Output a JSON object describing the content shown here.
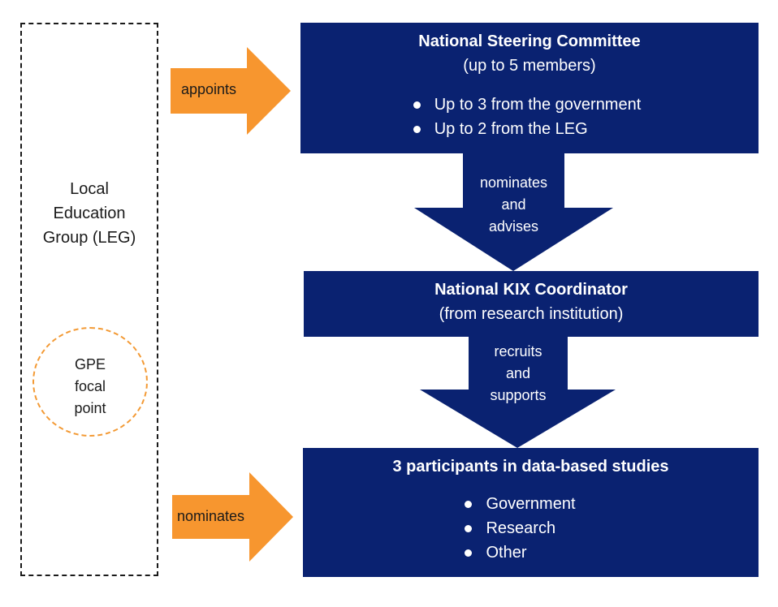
{
  "colors": {
    "navy": "#0a2271",
    "orange": "#f7962f",
    "orange_dashed": "#f39a35"
  },
  "leg": {
    "label_lines": [
      "Local",
      "Education",
      "Group (LEG)"
    ]
  },
  "gpe": {
    "label_lines": [
      "GPE",
      "focal",
      "point"
    ]
  },
  "arrows": {
    "appoints": "appoints",
    "nominates_left": "nominates",
    "nominates_advises": [
      "nominates",
      "and",
      "advises"
    ],
    "recruits_supports": [
      "recruits",
      "and",
      "supports"
    ]
  },
  "steering_committee": {
    "title": "National Steering Committee",
    "subtitle": "(up to 5 members)",
    "bullets": [
      "Up to 3 from the government",
      "Up to 2 from the LEG"
    ]
  },
  "kix_coordinator": {
    "title": "National KIX Coordinator",
    "subtitle": "(from research institution)"
  },
  "participants": {
    "title": "3 participants in data-based studies",
    "bullets": [
      "Government",
      "Research",
      "Other"
    ]
  }
}
